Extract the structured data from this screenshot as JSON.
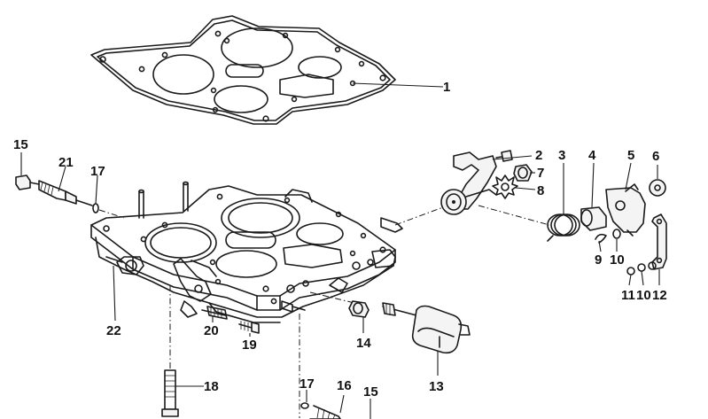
{
  "callouts": {
    "c1": "1",
    "c2": "2",
    "c3": "3",
    "c4": "4",
    "c5": "5",
    "c6": "6",
    "c7": "7",
    "c8": "8",
    "c9": "9",
    "c10a": "10",
    "c10b": "10",
    "c11": "11",
    "c12": "12",
    "c13": "13",
    "c14": "14",
    "c15a": "15",
    "c15b": "15",
    "c16": "16",
    "c17a": "17",
    "c17b": "17",
    "c18": "18",
    "c19": "19",
    "c20": "20",
    "c21": "21",
    "c22": "22"
  }
}
